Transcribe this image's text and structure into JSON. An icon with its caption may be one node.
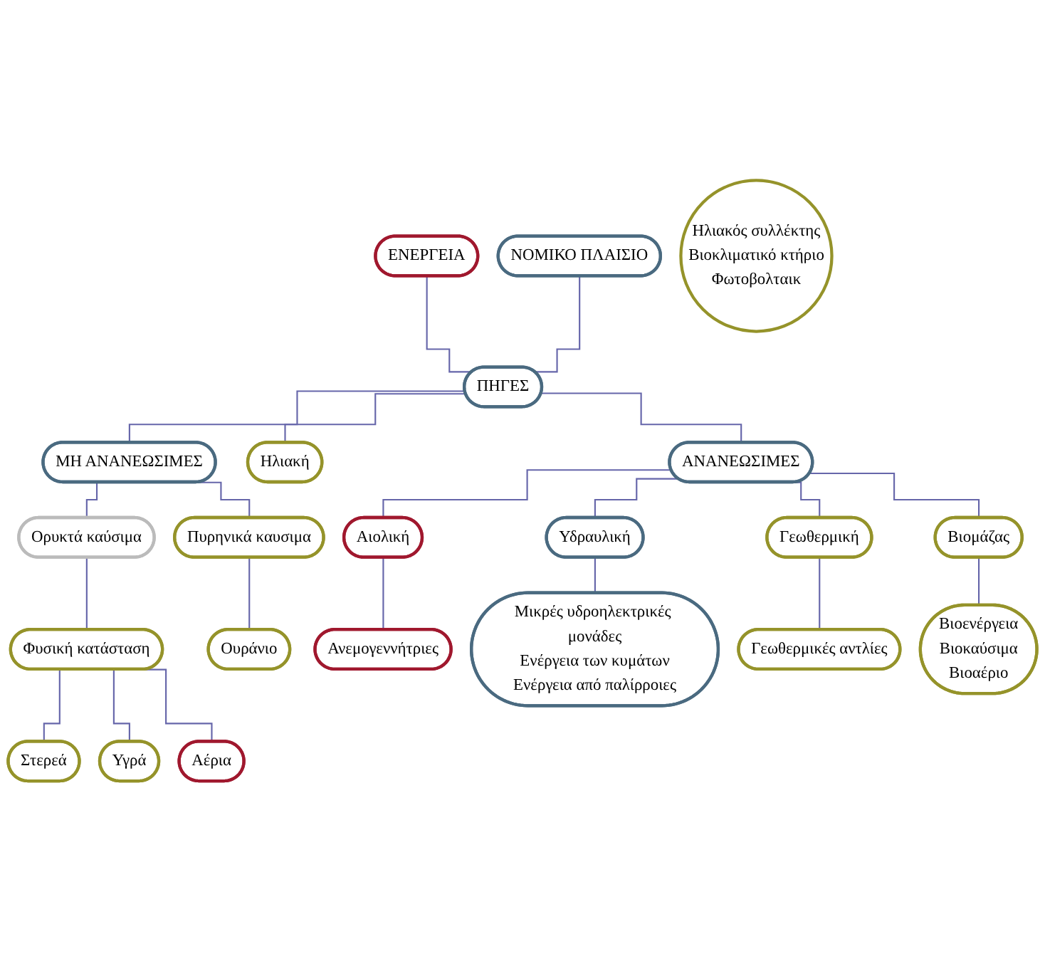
{
  "diagram": {
    "nodes": [
      {
        "text": [
          "ΕΝΕΡΓΕΙΑ"
        ]
      },
      {
        "text": [
          "ΝΟΜΙΚΟ ΠΛΑΙΣΙΟ"
        ]
      },
      {
        "text": [
          "ΠΗΓΕΣ"
        ]
      },
      {
        "text": [
          "Ηλιακή"
        ]
      },
      {
        "text": [
          "ΜΗ ΑΝΑΝΕΩΣΙΜΕΣ"
        ]
      },
      {
        "text": [
          "ΑΝΑΝΕΩΣΙΜΕΣ"
        ]
      },
      {
        "text": [
          "Ηλιακός συλλέκτης",
          "Βιοκλιματικό κτήριο",
          "Φωτοβολταικ"
        ]
      },
      {
        "text": [
          "Αιολική"
        ]
      },
      {
        "text": [
          "Ανεμογεννήτριες"
        ]
      },
      {
        "text": [
          "Ορυκτά καύσιμα"
        ]
      },
      {
        "text": [
          "Πυρηνικά καυσιμα"
        ]
      },
      {
        "text": [
          "Υδραυλική"
        ]
      },
      {
        "text": [
          "Φυσική κατάσταση"
        ]
      },
      {
        "text": [
          "Ουράνιο"
        ]
      },
      {
        "text": [
          "Μικρές υδροηλεκτρικές μονάδες",
          "Ενέργεια των κυμάτων",
          "Ενέργεια από παλίρροιες"
        ]
      },
      {
        "text": [
          "Γεωθερμική"
        ]
      },
      {
        "text": [
          "Στερεά"
        ]
      },
      {
        "text": [
          "Υγρά"
        ]
      },
      {
        "text": [
          "Αέρια"
        ]
      },
      {
        "text": [
          "Γεωθερμικές αντλίες"
        ]
      },
      {
        "text": [
          "Βιομάζας"
        ]
      },
      {
        "text": [
          "Βιοενέργεια",
          "Βιοκαύσιμα",
          "Βιοαέριο"
        ]
      }
    ],
    "edges": [
      {
        "from": 0,
        "to": 2,
        "arrow": "none"
      },
      {
        "from": 1,
        "to": 2,
        "arrow": "none"
      },
      {
        "from": 2,
        "to": 4,
        "arrow": "none"
      },
      {
        "from": 2,
        "to": 3,
        "arrow": "none"
      },
      {
        "from": 2,
        "to": 5,
        "arrow": "none"
      },
      {
        "from": 5,
        "to": 7,
        "arrow": "none"
      },
      {
        "from": 7,
        "to": 8,
        "arrow": "none"
      },
      {
        "from": 5,
        "to": 11,
        "arrow": "none"
      },
      {
        "from": 5,
        "to": 15,
        "arrow": "none"
      },
      {
        "from": 5,
        "to": 20,
        "arrow": "none"
      },
      {
        "from": 11,
        "to": 14,
        "arrow": "none"
      },
      {
        "from": 15,
        "to": 19,
        "arrow": "none"
      },
      {
        "from": 20,
        "to": 21,
        "arrow": "none"
      },
      {
        "from": 4,
        "to": 9,
        "arrow": "none"
      },
      {
        "from": 4,
        "to": 10,
        "arrow": "none"
      },
      {
        "from": 9,
        "to": 12,
        "arrow": "none"
      },
      {
        "from": 10,
        "to": 13,
        "arrow": "none"
      },
      {
        "from": 12,
        "to": 16,
        "arrow": "none"
      },
      {
        "from": 12,
        "to": 17,
        "arrow": "none"
      },
      {
        "from": 12,
        "to": 18,
        "arrow": "none"
      }
    ]
  }
}
